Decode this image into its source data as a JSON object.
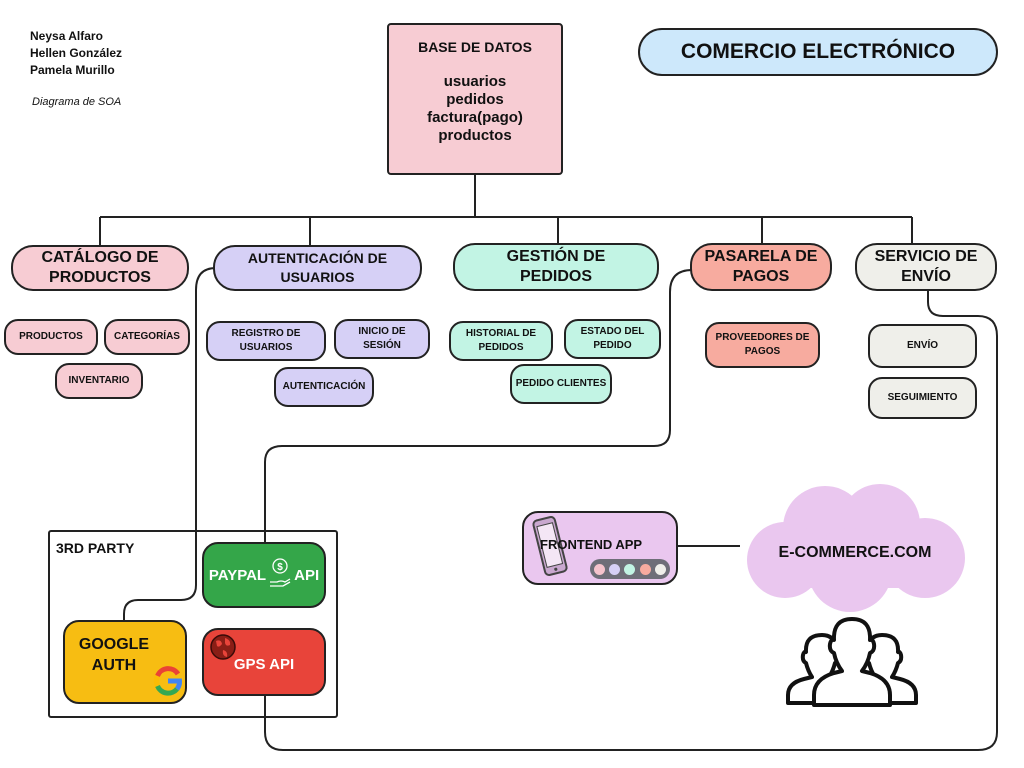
{
  "authors": [
    "Neysa Alfaro",
    "Hellen González",
    "Pamela Murillo"
  ],
  "subtitle": "Diagrama de SOA",
  "title": "COMERCIO ELECTRÓNICO",
  "database": {
    "title": "BASE DE DATOS",
    "items": [
      "usuarios",
      "pedidos",
      "factura(pago)",
      "productos"
    ]
  },
  "services": {
    "catalogo": {
      "label": [
        "CATÁLOGO DE",
        "PRODUCTOS"
      ],
      "items": [
        "PRODUCTOS",
        "CATEGORÍAS",
        "INVENTARIO"
      ]
    },
    "autenticacion": {
      "label": [
        "AUTENTICACIÓN DE",
        "USUARIOS"
      ],
      "items": [
        [
          "REGISTRO DE",
          "USUARIOS"
        ],
        [
          "INICIO DE",
          "SESIÓN"
        ],
        [
          "AUTENTICACIÓN"
        ]
      ]
    },
    "pedidos": {
      "label": [
        "GESTIÓN DE",
        "PEDIDOS"
      ],
      "items": [
        [
          "HISTORIAL DE",
          "PEDIDOS"
        ],
        [
          "ESTADO DEL",
          "PEDIDO"
        ],
        [
          "PEDIDO CLIENTES"
        ]
      ]
    },
    "pagos": {
      "label": [
        "PASARELA DE",
        "PAGOS"
      ],
      "items": [
        [
          "PROVEEDORES DE",
          "PAGOS"
        ]
      ]
    },
    "envio": {
      "label": [
        "SERVICIO DE",
        "ENVÍO"
      ],
      "items": [
        "ENVÍO",
        "SEGUIMIENTO"
      ]
    }
  },
  "third_party": {
    "label": "3RD PARTY",
    "paypal": {
      "left": "PAYPAL",
      "right": "API"
    },
    "google": [
      "GOOGLE",
      "AUTH"
    ],
    "gps": "GPS API"
  },
  "frontend": {
    "label": "FRONTEND APP",
    "dots": [
      "#f5c3cc",
      "#d6d0f6",
      "#c2f4e4",
      "#f7ab9f",
      "#efefea"
    ]
  },
  "cloud": {
    "label": "E-COMMERCE.COM"
  },
  "icons": [
    "phone-icon",
    "dollar-hand-icon",
    "google-g-icon",
    "globe-icon",
    "users-icon",
    "cloud-icon"
  ],
  "colors": {
    "title_bg": "#cde8fb",
    "db": "#f7ccd3",
    "lavender": "#d6d0f6",
    "mint": "#c2f4e4",
    "salmon": "#f7ab9f",
    "grey": "#efefea",
    "paypal": "#34a649",
    "google": "#f7bd12",
    "gps": "#e8443a",
    "frontend": "#eac7ef",
    "cloud": "#eac7ef"
  }
}
